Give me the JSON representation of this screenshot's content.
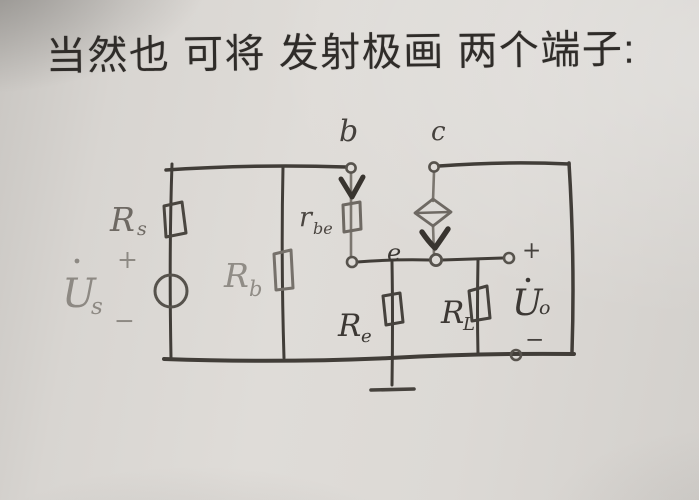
{
  "title": "当然也 可将 发射极画 两个端子:",
  "colors": {
    "paper": "#dcd9d5",
    "ink_dark": "#413d38",
    "ink_bold": "#38342f",
    "pencil_mid": "#6e6963",
    "pencil_light": "#8d8983",
    "title_ink": "#2f2c29"
  },
  "circuit": {
    "terminals": {
      "b": "b",
      "c": "c",
      "e": "e"
    },
    "components": {
      "rs": {
        "base": "R",
        "sub": "s"
      },
      "us": {
        "dot": "·",
        "base": "U",
        "sub": "s",
        "plus": "+",
        "minus": "−"
      },
      "rb": {
        "base": "R",
        "sub": "b"
      },
      "rbe": {
        "base": "r",
        "sub": "be"
      },
      "re": {
        "base": "R",
        "sub": "e"
      },
      "rl": {
        "base": "R",
        "sub": "L"
      },
      "uo": {
        "dot": "·",
        "base": "U",
        "sub": "o",
        "plus": "+",
        "minus": "−"
      },
      "dependent_source": "diamond-current-source",
      "ground": "ground-symbol"
    }
  }
}
